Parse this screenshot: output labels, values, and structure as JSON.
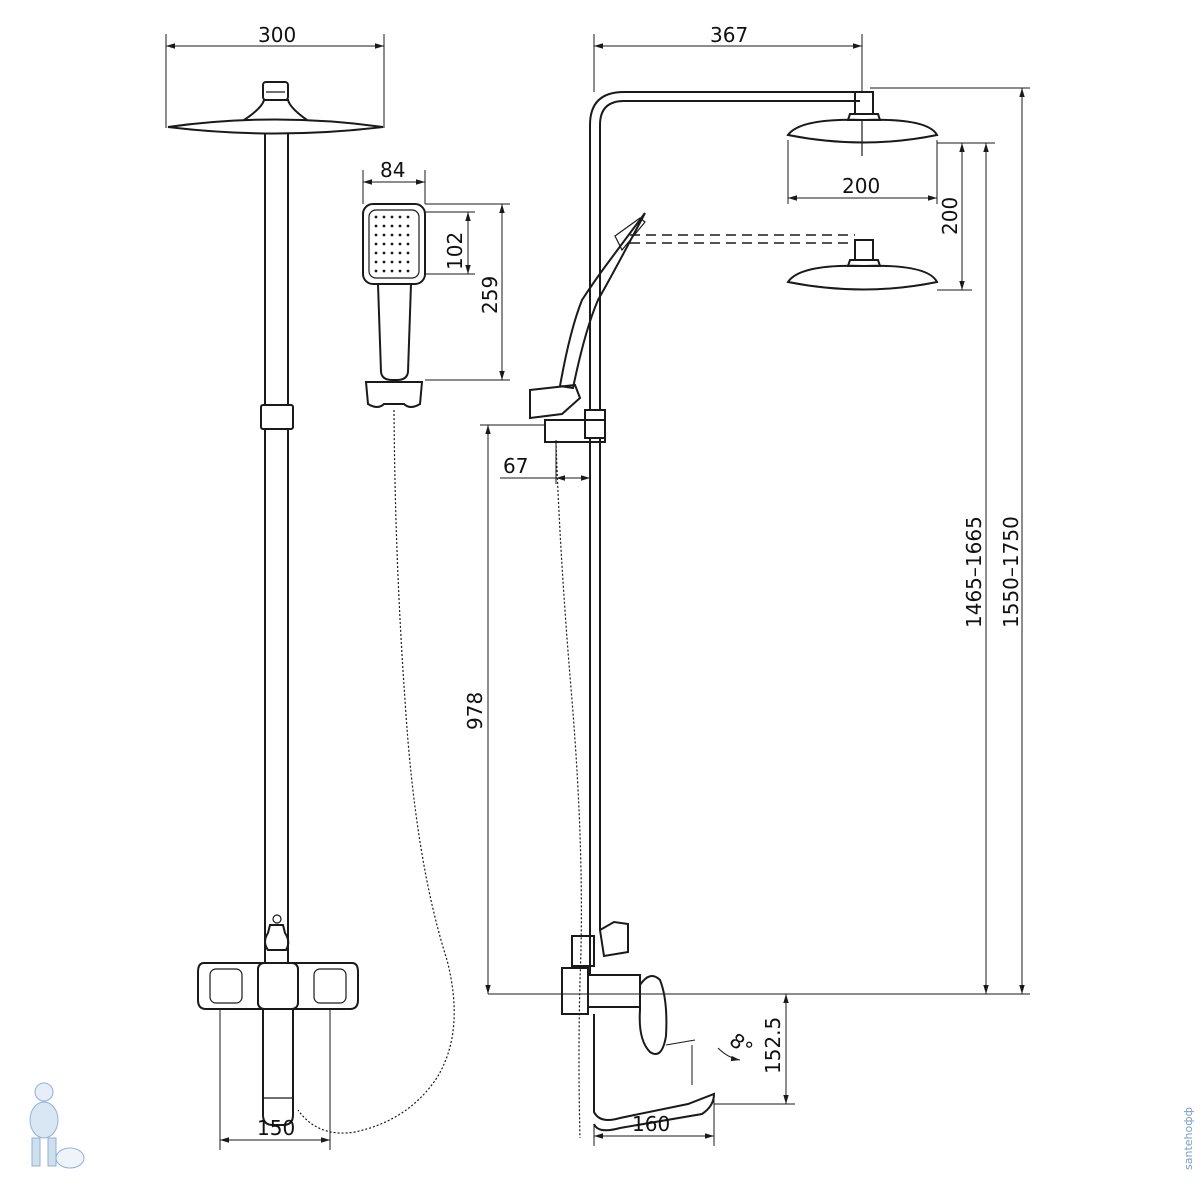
{
  "dimensions": {
    "head_width": "300",
    "handshower_width": "84",
    "handshower_face": "102",
    "handshower_length": "259",
    "arm_reach": "367",
    "head_diameter": "200",
    "head_drop": "200",
    "holder_offset": "67",
    "height_min_max": "1465–1665",
    "overall_height": "1550–1750",
    "mixer_height": "978",
    "spout_height": "152.5",
    "centers": "150",
    "spout_reach": "160",
    "angle": "8°"
  },
  "watermark": "santehoфф"
}
